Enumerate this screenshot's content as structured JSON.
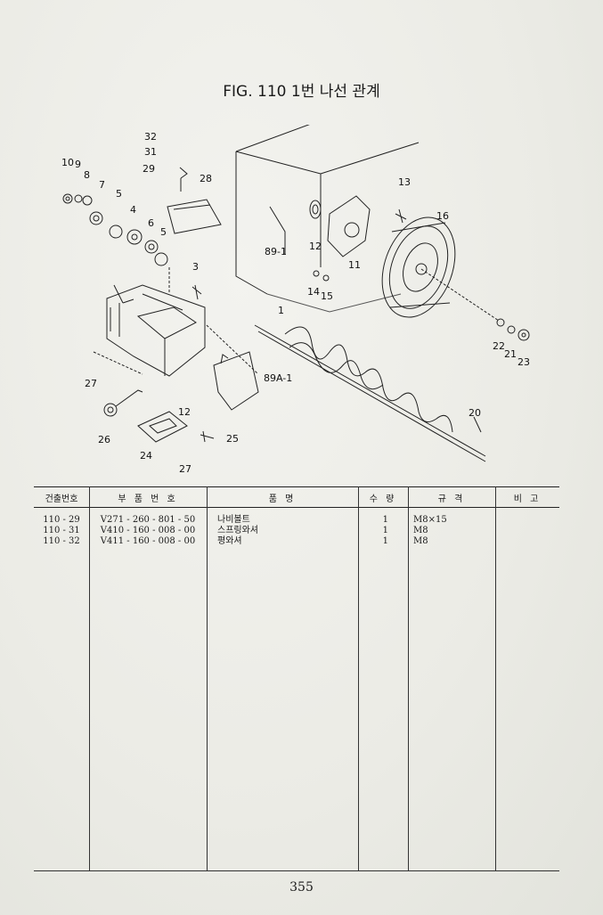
{
  "figure": {
    "title": "FIG. 110 1번 나선 관계",
    "callouts": [
      "32",
      "31",
      "29",
      "28",
      "10",
      "9",
      "8",
      "7",
      "5",
      "4",
      "6",
      "5",
      "3",
      "27",
      "26",
      "24",
      "12",
      "27",
      "25",
      "89A-1",
      "1",
      "20",
      "89-1",
      "12",
      "11",
      "14",
      "15",
      "13",
      "16",
      "22",
      "21",
      "23"
    ]
  },
  "table": {
    "headers": [
      "건출번호",
      "부 품 번 호",
      "품        명",
      "수 량",
      "규   격",
      "비 고"
    ],
    "rows": [
      {
        "ref": "110 - 29",
        "part_no": "V271 - 260 - 801 - 50",
        "name": "나비볼트",
        "qty": "1",
        "spec": "M8×15",
        "note": ""
      },
      {
        "ref": "110 - 31",
        "part_no": "V410 - 160 - 008 - 00",
        "name": "스프링와셔",
        "qty": "1",
        "spec": "M8",
        "note": ""
      },
      {
        "ref": "110 - 32",
        "part_no": "V411 - 160 - 008 - 00",
        "name": "평와셔",
        "qty": "1",
        "spec": "M8",
        "note": ""
      }
    ]
  },
  "page_number": "355"
}
